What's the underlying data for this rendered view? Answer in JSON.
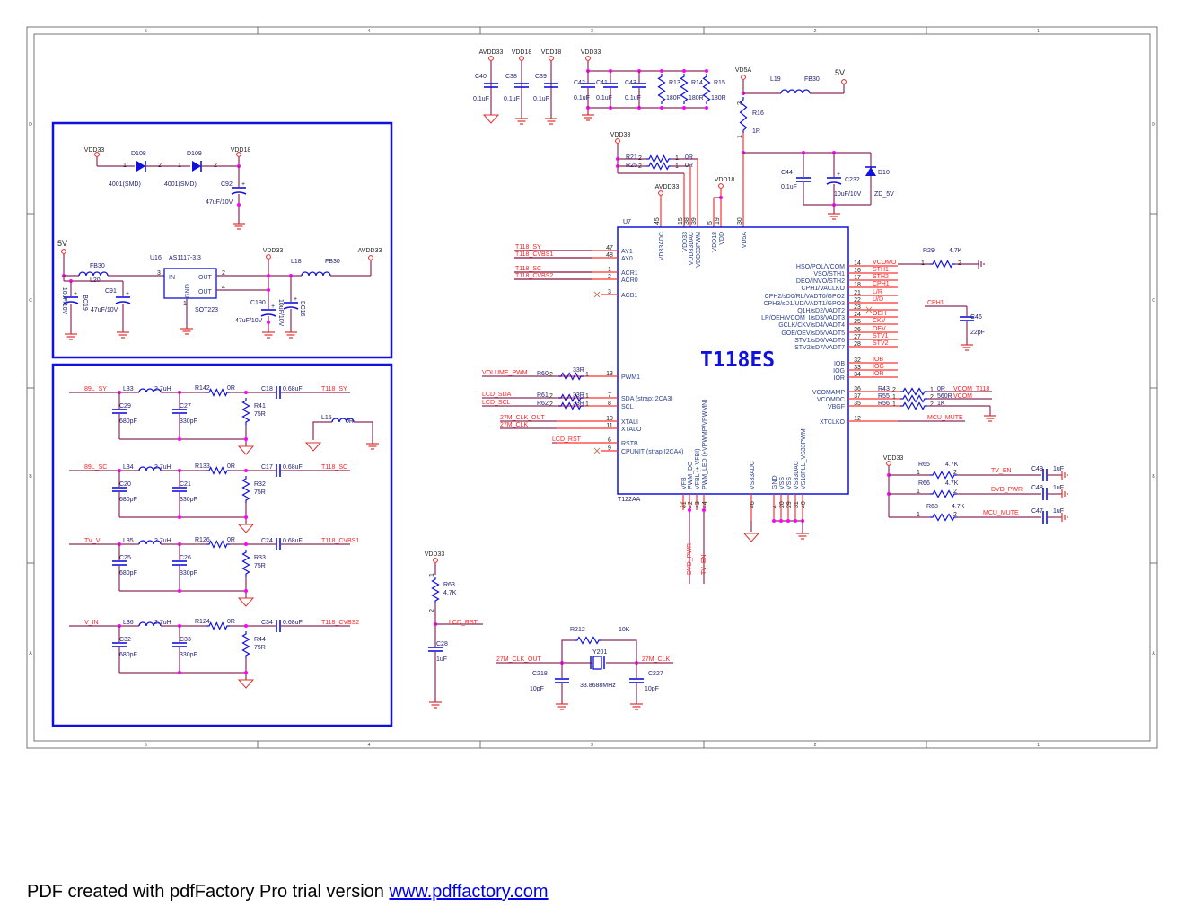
{
  "sheet": {
    "cols": [
      "5",
      "4",
      "3",
      "2",
      "1"
    ],
    "rows": [
      "D",
      "C",
      "B",
      "A"
    ]
  },
  "footer": {
    "text": "PDF created with pdfFactory Pro trial version ",
    "link": "www.pdffactory.com"
  },
  "colors": {
    "wire": "#8c2a5a",
    "stub": "#ff3030",
    "part": "#1010e0",
    "junction": "#ff00ff",
    "box": "#1010e0"
  },
  "decoupling": {
    "c40": {
      "rail": "AVDD33",
      "ref": "C40",
      "val": "0.1uF"
    },
    "c38": {
      "rail": "VDD18",
      "ref": "C38",
      "val": "0.1uF"
    },
    "c39": {
      "rail": "VDD18",
      "ref": "C39",
      "val": "0.1uF"
    },
    "bank_rail": "VDD33",
    "bank": [
      {
        "ref": "C42",
        "val": "0.1uF"
      },
      {
        "ref": "C41",
        "val": "0.1uF"
      },
      {
        "ref": "C43",
        "val": "0.1uF"
      },
      {
        "ref": "R13",
        "val": "180R"
      },
      {
        "ref": "R14",
        "val": "180R"
      },
      {
        "ref": "R15",
        "val": "180R"
      }
    ]
  },
  "vd5a": {
    "rail": "VD5A",
    "l_ref": "L19",
    "l_val": "FB30",
    "src": "5V",
    "r_ref": "R16",
    "r_val": "1R",
    "c44": "C44",
    "c44_val": "0.1uF",
    "c232": "C232",
    "c232_val": "10uF/10V",
    "d_ref": "D10",
    "d_val": "ZD_5V",
    "pin_r": "2",
    "pin_l": "1"
  },
  "straps": {
    "rail": "VDD33",
    "r21": "R21",
    "r25": "R25",
    "val": "0R",
    "p2": "2",
    "p1": "1",
    "avdd": "AVDD33",
    "vdd18": "VDD18"
  },
  "diodes": {
    "src": "VDD33",
    "d1": "D108",
    "d2": "D109",
    "dst": "VDD18",
    "d_val": "4001(SMD)",
    "c": "C92",
    "c_val": "47uF/10V",
    "p1": "1",
    "p2": "2"
  },
  "ldo": {
    "src": "5V",
    "fb": "FB30",
    "l20": "L20",
    "c91": "C91",
    "c91_val": "47uF/10V",
    "bc19": "BC19",
    "bc19_val": "10uF/10V",
    "u": "U16",
    "part": "AS1117-3.3",
    "in": "IN",
    "out": "OUT",
    "gnd": "GND",
    "pkg": "SOT223",
    "p3": "3",
    "p2": "2",
    "p4": "4",
    "p1": "1",
    "vdd33": "VDD33",
    "l18": "L18",
    "fb2": "FB30",
    "avdd": "AVDD33",
    "c190": "C190",
    "c190_val": "47uF/10V",
    "bc16": "BC16",
    "bc16_val": "10uF/10V"
  },
  "filters": [
    {
      "in": "89L_SY",
      "L": "L33",
      "L_val": "2.7uH",
      "R": "R142",
      "R_val": "0R",
      "C": "C18",
      "C_val": "0.68uF",
      "out": "T118_SY",
      "Ca": "C29",
      "Ca_val": "680pF",
      "Cb": "C27",
      "Cb_val": "330pF",
      "Rt": "R41",
      "Rt_val": "75R"
    },
    {
      "in": "89L_SC",
      "L": "L34",
      "L_val": "2.7uH",
      "R": "R133",
      "R_val": "0R",
      "C": "C17",
      "C_val": "0.68uF",
      "out": "T118_SC",
      "Ca": "C20",
      "Ca_val": "680pF",
      "Cb": "C21",
      "Cb_val": "330pF",
      "Rt": "R32",
      "Rt_val": "75R"
    },
    {
      "in": "TV_V",
      "L": "L35",
      "L_val": "2.7uH",
      "R": "R126",
      "R_val": "0R",
      "C": "C24",
      "C_val": "0.68uF",
      "out": "T118_CVBS1",
      "Ca": "C25",
      "Ca_val": "680pF",
      "Cb": "C26",
      "Cb_val": "330pF",
      "Rt": "R33",
      "Rt_val": "75R"
    },
    {
      "in": "V_IN",
      "L": "L36",
      "L_val": "2.7uH",
      "R": "R124",
      "R_val": "0R",
      "C": "C34",
      "C_val": "0.68uF",
      "out": "T118_CVBS2",
      "Ca": "C32",
      "Ca_val": "680pF",
      "Cb": "C33",
      "Cb_val": "330pF",
      "Rt": "R44",
      "Rt_val": "75R"
    }
  ],
  "l15": {
    "ref": "L15",
    "val": "0R"
  },
  "chip": {
    "ref": "U7",
    "name": "T118ES",
    "variant": "T122AA",
    "top_pins": [
      {
        "num": "45",
        "name": "VD33ADC"
      },
      {
        "num": "15",
        "name": "VDD33"
      },
      {
        "num": "38",
        "name": "VDD33DAC"
      },
      {
        "num": "39",
        "name": "VDD33PWM"
      },
      {
        "num": "5",
        "name": "VDD18"
      },
      {
        "num": "19",
        "name": "VDD"
      },
      {
        "num": "30",
        "name": "VD5A"
      }
    ],
    "left_pins": [
      {
        "num": "47",
        "name": "AY1",
        "net": "T118_SY"
      },
      {
        "num": "48",
        "name": "AY0",
        "net": "T118_CVBS1"
      },
      {
        "num": "1",
        "name": "ACR1",
        "net": "T118_SC"
      },
      {
        "num": "2",
        "name": "ACR0",
        "net": "T118_CVBS2"
      },
      {
        "num": "3",
        "name": "ACB1",
        "net": ""
      },
      {
        "num": "13",
        "name": "PWM1",
        "net": "VOLUME_PWM"
      },
      {
        "num": "7",
        "name": "SDA (strap:I2CA3)",
        "net": "LCD_SDA"
      },
      {
        "num": "8",
        "name": "SCL",
        "net": "LCD_SCL"
      },
      {
        "num": "10",
        "name": "XTALI",
        "net": "27M_CLK_OUT"
      },
      {
        "num": "11",
        "name": "XTALO",
        "net": "27M_CLK"
      },
      {
        "num": "6",
        "name": "RSTB",
        "net": "LCD_RST"
      },
      {
        "num": "9",
        "name": "CPUNIT (strap:I2CA4)",
        "net": ""
      }
    ],
    "left_res": [
      {
        "ref": "R60",
        "val": "33R",
        "p2": "2",
        "p1": "1"
      },
      {
        "ref": "R61",
        "val": "33R",
        "p2": "2",
        "p1": "1"
      },
      {
        "ref": "R62",
        "val": "33R",
        "p2": "2",
        "p1": "1"
      }
    ],
    "right_pins": [
      {
        "num": "14",
        "name": "HSO/POL/VCOM",
        "net": "VCOMO"
      },
      {
        "num": "16",
        "name": "VSO/STH1",
        "net": "STH1"
      },
      {
        "num": "17",
        "name": "DEO/INVO/STH2",
        "net": "STH2"
      },
      {
        "num": "18",
        "name": "CPH1/VACLKO",
        "net": "CPH1"
      },
      {
        "num": "21",
        "name": "CPH2/sD0/RL/VADT0/GPO2",
        "net": "L/R"
      },
      {
        "num": "22",
        "name": "CPH3/sD1/UD/VADT1/GPO3",
        "net": "U/D"
      },
      {
        "num": "23",
        "name": "Q1H/sD2/VADT2",
        "net": ""
      },
      {
        "num": "24",
        "name": "LP/OEH/VCOM_I/sD3/VADT3",
        "net": "OEH"
      },
      {
        "num": "25",
        "name": "GCLK/CKV/sD4/VADT4",
        "net": "CKV"
      },
      {
        "num": "26",
        "name": "GOE/OEV/sD5/VADT5",
        "net": "OEV"
      },
      {
        "num": "27",
        "name": "STV1/sD6/VADT6",
        "net": "STV1"
      },
      {
        "num": "28",
        "name": "STV2/sD7/VADT7",
        "net": "STV2"
      },
      {
        "num": "32",
        "name": "IOB",
        "net": "IOB"
      },
      {
        "num": "33",
        "name": "IOG",
        "net": "IOG"
      },
      {
        "num": "34",
        "name": "IOR",
        "net": "IOR"
      },
      {
        "num": "36",
        "name": "VCOMAMP",
        "net": ""
      },
      {
        "num": "37",
        "name": "VCOMDC",
        "net": ""
      },
      {
        "num": "35",
        "name": "VBGF",
        "net": ""
      },
      {
        "num": "12",
        "name": "XTCLKO",
        "net": "MCU_MUTE"
      }
    ],
    "bottom_pins": [
      {
        "num": "41",
        "name": "VFB"
      },
      {
        "num": "42",
        "name": "PWM_DC"
      },
      {
        "num": "43",
        "name": "VFBL (+ VFBI)"
      },
      {
        "num": "44",
        "name": "PWM_LED (+VPWMP/VPWMN)"
      },
      {
        "num": "46",
        "name": "VS33ADC"
      },
      {
        "num": "4",
        "name": "GND"
      },
      {
        "num": "20",
        "name": "VSS"
      },
      {
        "num": "29",
        "name": "VSS"
      },
      {
        "num": "31",
        "name": "VS33DAC"
      },
      {
        "num": "40",
        "name": "VS18PLL_VS33PWM"
      }
    ],
    "bottom_nets": {
      "dvd_pwr": "DVD_PWR",
      "tv_en": "TV_EN"
    }
  },
  "vcom": {
    "r29": "R29",
    "r29_val": "4.7K",
    "p1": "1",
    "p2": "2",
    "cph1": "CPH1",
    "c46": "C46",
    "c46_val": "22pF",
    "rows": [
      {
        "ref": "R43",
        "a": "2",
        "b": "1",
        "val": "0R",
        "net": "VCOM_T118"
      },
      {
        "ref": "R55",
        "a": "1",
        "b": "2",
        "val": "560R",
        "net": "VCOM"
      },
      {
        "ref": "R56",
        "a": "1",
        "b": "2",
        "val": "1K",
        "net": ""
      }
    ]
  },
  "pullups": {
    "rail": "VDD33",
    "rows": [
      {
        "ref": "R65",
        "val": "4.7K",
        "net": "TV_EN",
        "c": "C49",
        "c_val": "1uF"
      },
      {
        "ref": "R66",
        "val": "4.7K",
        "net": "DVD_PWR",
        "c": "C48",
        "c_val": "1uF"
      },
      {
        "ref": "R68",
        "val": "4.7K",
        "net": "MCU_MUTE",
        "c": "C47",
        "c_val": "1uF"
      }
    ],
    "p1": "1",
    "p2": "2"
  },
  "reset": {
    "rail": "VDD33",
    "r": "R63",
    "r_val": "4.7K",
    "net": "LCD_RST",
    "c": "C28",
    "c_val": "1uF",
    "p1": "1",
    "p2": "2"
  },
  "xtal": {
    "r": "R212",
    "r_val": "10K",
    "y": "Y201",
    "y_val": "33.8688MHz",
    "out": "27M_CLK_OUT",
    "in": "27M_CLK",
    "c1": "C218",
    "c1_val": "10pF",
    "c2": "C227",
    "c2_val": "10pF"
  }
}
